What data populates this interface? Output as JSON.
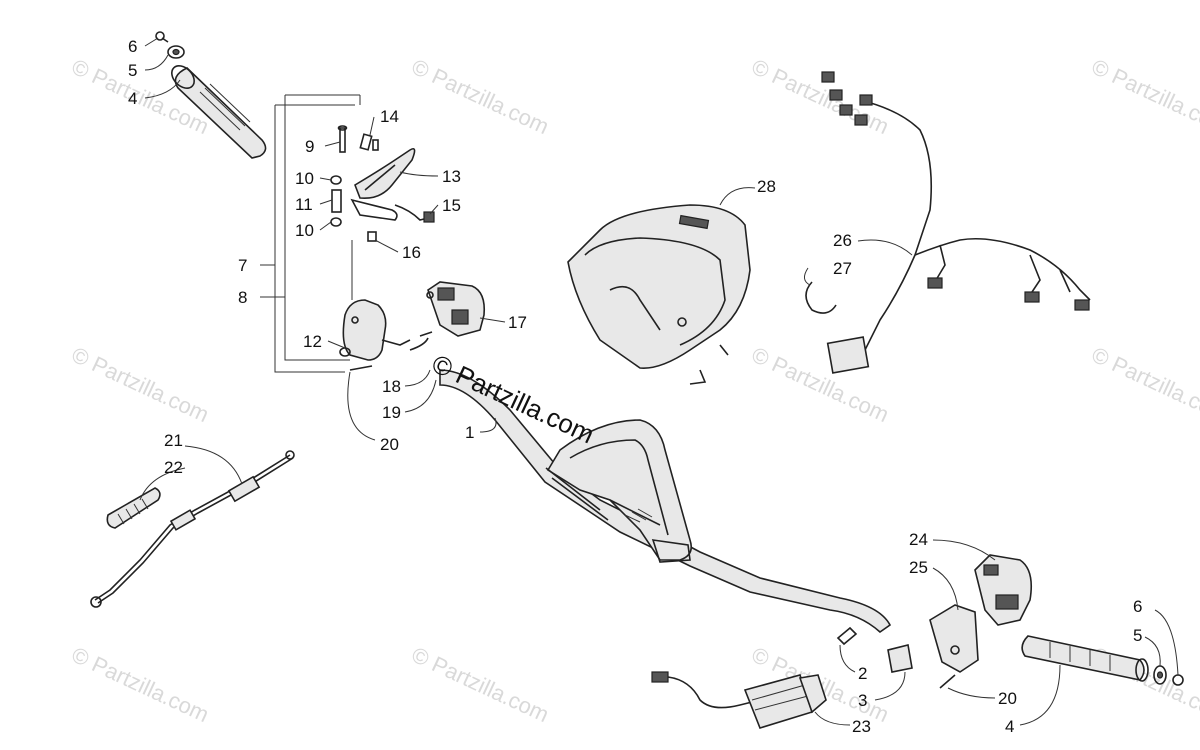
{
  "watermarks": {
    "text": "© Partzilla.com",
    "center_text": "© Partzilla.com"
  },
  "labels": [
    {
      "id": "6a",
      "text": "6"
    },
    {
      "id": "5a",
      "text": "5"
    },
    {
      "id": "4a",
      "text": "4"
    },
    {
      "id": "14",
      "text": "14"
    },
    {
      "id": "9",
      "text": "9"
    },
    {
      "id": "13",
      "text": "13"
    },
    {
      "id": "10a",
      "text": "10"
    },
    {
      "id": "11",
      "text": "11"
    },
    {
      "id": "15",
      "text": "15"
    },
    {
      "id": "10b",
      "text": "10"
    },
    {
      "id": "16",
      "text": "16"
    },
    {
      "id": "7",
      "text": "7"
    },
    {
      "id": "8",
      "text": "8"
    },
    {
      "id": "17",
      "text": "17"
    },
    {
      "id": "12",
      "text": "12"
    },
    {
      "id": "18",
      "text": "18"
    },
    {
      "id": "19",
      "text": "19"
    },
    {
      "id": "1",
      "text": "1"
    },
    {
      "id": "20a",
      "text": "20"
    },
    {
      "id": "21",
      "text": "21"
    },
    {
      "id": "22",
      "text": "22"
    },
    {
      "id": "28",
      "text": "28"
    },
    {
      "id": "26",
      "text": "26"
    },
    {
      "id": "27",
      "text": "27"
    },
    {
      "id": "24",
      "text": "24"
    },
    {
      "id": "25",
      "text": "25"
    },
    {
      "id": "6b",
      "text": "6"
    },
    {
      "id": "5b",
      "text": "5"
    },
    {
      "id": "2",
      "text": "2"
    },
    {
      "id": "3",
      "text": "3"
    },
    {
      "id": "20b",
      "text": "20"
    },
    {
      "id": "23",
      "text": "23"
    },
    {
      "id": "4b",
      "text": "4"
    }
  ]
}
